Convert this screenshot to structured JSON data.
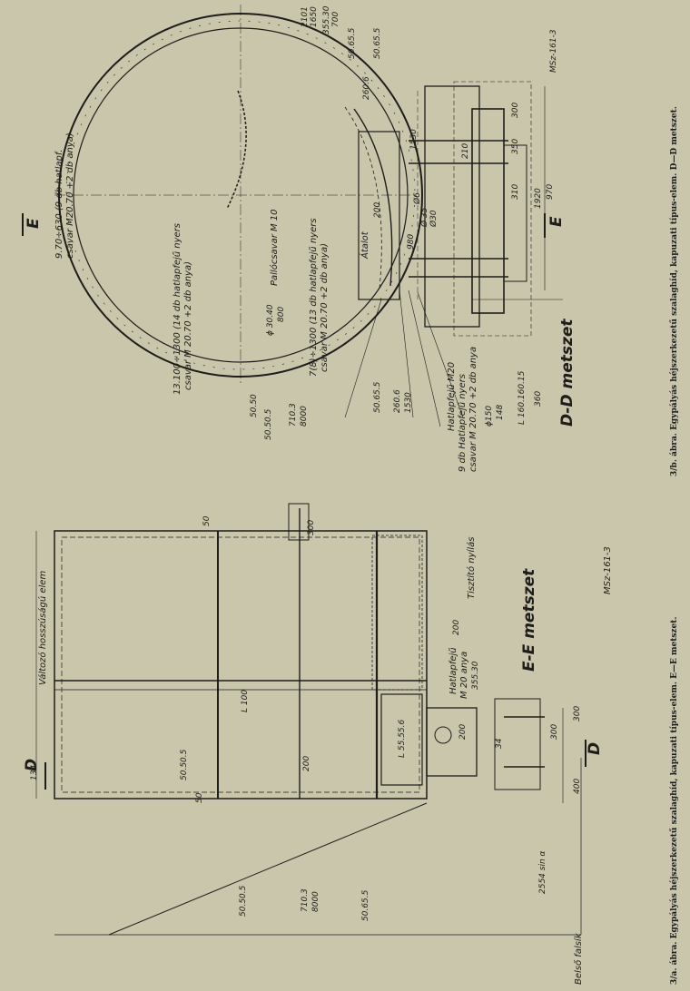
{
  "captions": {
    "fig_a": "3/a. ábra. Egypályás héjszerkezetű szalaghíd, kapuzati típus-elem. E—E metszet.",
    "fig_b": "3/b. ábra. Egypályás héjszerkezetű szalaghíd, kapuzati típus-elem. D—D metszet."
  },
  "ee_section": {
    "title": "E-E metszet",
    "drawing_no": "MSz-161-3",
    "labels": {
      "valtozo": "Változó hosszúságú elem",
      "tisztito": "Tisztító nyílás",
      "hatlapfeju": "Hatlapfejű",
      "m20_anya": "M 20 anya",
      "p355": "355.30",
      "belso_falsik": "Belső falsík",
      "sin_alpha": "2554 sin α"
    },
    "dims": {
      "d1": "50.50.5",
      "d2": "50.50.5",
      "d3": "50.65.5",
      "d4": "710.3",
      "d5": "8000",
      "d6": "L 100",
      "d7": "L 55.55.6",
      "d8": "200",
      "d9": "200",
      "d10": "300",
      "d11": "300",
      "d12": "400",
      "d13": "300",
      "d14": "50",
      "d15": "50",
      "d16": "200",
      "d17": "34",
      "d18": "134"
    },
    "section_marks": {
      "d_top": "D",
      "d_bottom": "D"
    }
  },
  "dd_section": {
    "title": "D-D metszet",
    "drawing_no": "MSz-161-3",
    "labels": {
      "pallocsavar": "Pallócsavar M 10",
      "atalot": "Átalot",
      "note1": "13.100÷1300 (14 db hatlapfejű nyers",
      "note1b": "csavar M 20.70 +2 db anya)",
      "note2": "7(8)÷1300 (13 db hatlapfejű nyers",
      "note2b": "csavar M 20.70 +2 db anya)",
      "note3": "9.70÷630 (9 db hatlapf.",
      "note3b": "csavar M20.70 +2 db anya)",
      "hatlap_left1": "Hatlapfejű M20",
      "hatlap_left2": "9 db Hatlapfejű nyers",
      "hatlap_left3": "csavar M 20.70 +2 db anya",
      "phi150": "ϕ150",
      "v148": "148",
      "l160": "L 160.160.15",
      "v360": "360"
    },
    "dims": {
      "a1": "2101",
      "a2": "1650",
      "a3": "355.30",
      "a4": "700",
      "a5": "50.65.5",
      "a6": "50.65.5",
      "a7": "260.6",
      "a8": "1530",
      "a9": "260.6",
      "a10": "1530",
      "a11": "50.65.5",
      "a12": "50.50.5",
      "a13": "710.3",
      "a14": "8000",
      "a15": "50.50",
      "a16": "ϕ 30.40",
      "a17": "800",
      "a18": "200",
      "a19": "Ø6",
      "a20": "Ø30",
      "a21": "Ø 35",
      "a22": "300",
      "a23": "350",
      "a24": "310",
      "a25": "210",
      "a26": "1920",
      "a27": "970",
      "a28": "980"
    },
    "section_marks": {
      "e_top": "E",
      "e_bottom": "E"
    }
  }
}
